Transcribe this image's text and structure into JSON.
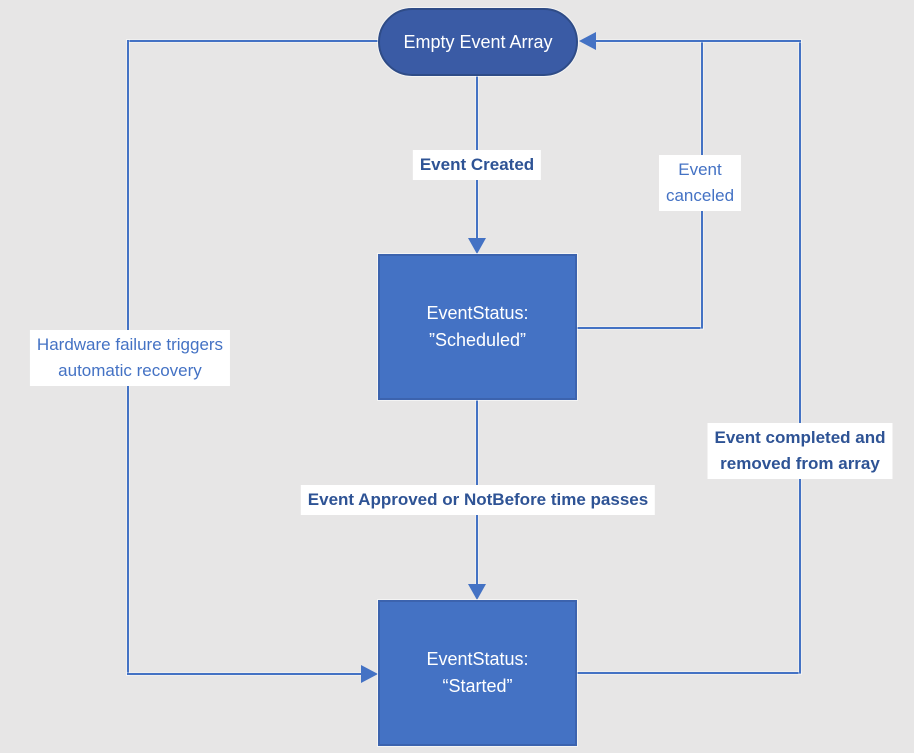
{
  "colors": {
    "background": "#E7E6E6",
    "accent": "#4472C4",
    "label_bold": "#2E5395",
    "node_fill": "#4472C4",
    "node_border": "#3C63AE",
    "ellipse_fill": "#3A5BA5",
    "ellipse_border": "#2F4C87",
    "node_text": "#FFFFFF"
  },
  "nodes": {
    "empty_array": {
      "label": "Empty Event Array"
    },
    "scheduled": {
      "line1": "EventStatus:",
      "line2": "”Scheduled”"
    },
    "started": {
      "line1": "EventStatus:",
      "line2": "“Started”"
    }
  },
  "edges": {
    "created": {
      "label": "Event Created"
    },
    "canceled": {
      "line1": "Event",
      "line2": "canceled"
    },
    "hardware": {
      "line1": "Hardware failure triggers",
      "line2": "automatic recovery"
    },
    "approved": {
      "label": "Event Approved or NotBefore time passes"
    },
    "completed": {
      "line1": "Event completed and",
      "line2": "removed from array"
    }
  }
}
